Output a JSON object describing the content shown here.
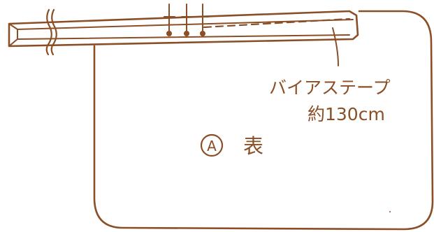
{
  "colors": {
    "ink": "#8a4f26",
    "paper": "#ffffff"
  },
  "labels": {
    "tape_name": "バイアステープ",
    "tape_length": "約130cm",
    "panel_marker": "A",
    "panel_side": "表"
  }
}
